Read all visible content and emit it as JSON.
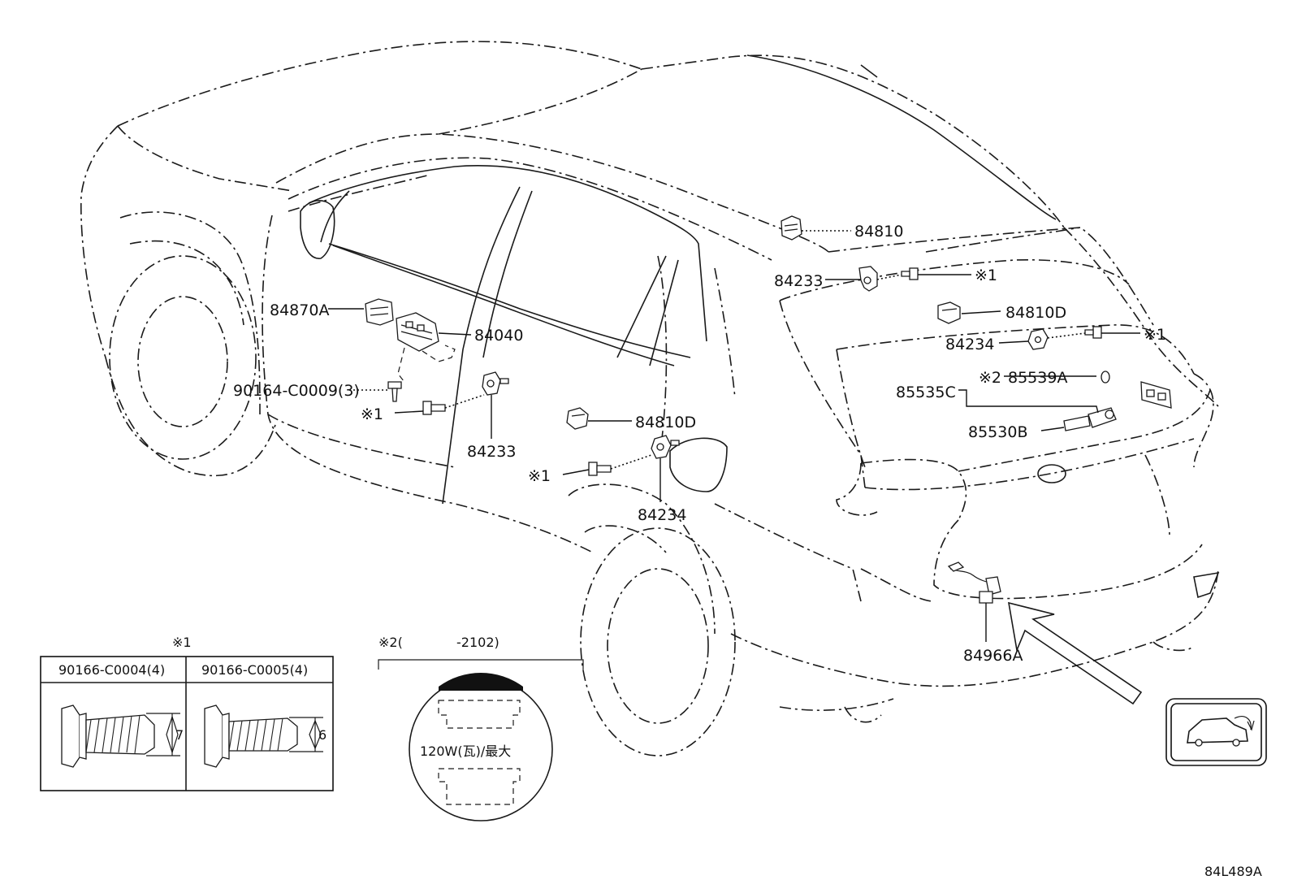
{
  "drawing_code": "84L489A",
  "callouts": {
    "p84810": "84810",
    "p84233_top": "84233",
    "note1_top": "※1",
    "p84810D_top": "84810D",
    "p84234_top": "84234",
    "note1_mid": "※1",
    "p85535C": "85535C",
    "note2_marker": "※2",
    "p85539A": "85539A",
    "p85530B": "85530B",
    "p84870A": "84870A",
    "p84040": "84040",
    "p90164": "90164-C0009(3)",
    "note1_left": "※1",
    "p84233_left": "84233",
    "p84810D_mid": "84810D",
    "note1_low": "※1",
    "p84234_low": "84234",
    "p84966A": "84966A"
  },
  "note1_table": {
    "marker": "※1",
    "col1_header": "90166-C0004(4)",
    "col2_header": "90166-C0005(4)",
    "col1_dim": "7",
    "col2_dim": "6"
  },
  "note2_detail": {
    "marker": "※2(",
    "range": "-2102)",
    "rating": "120W(瓦)/最大"
  }
}
